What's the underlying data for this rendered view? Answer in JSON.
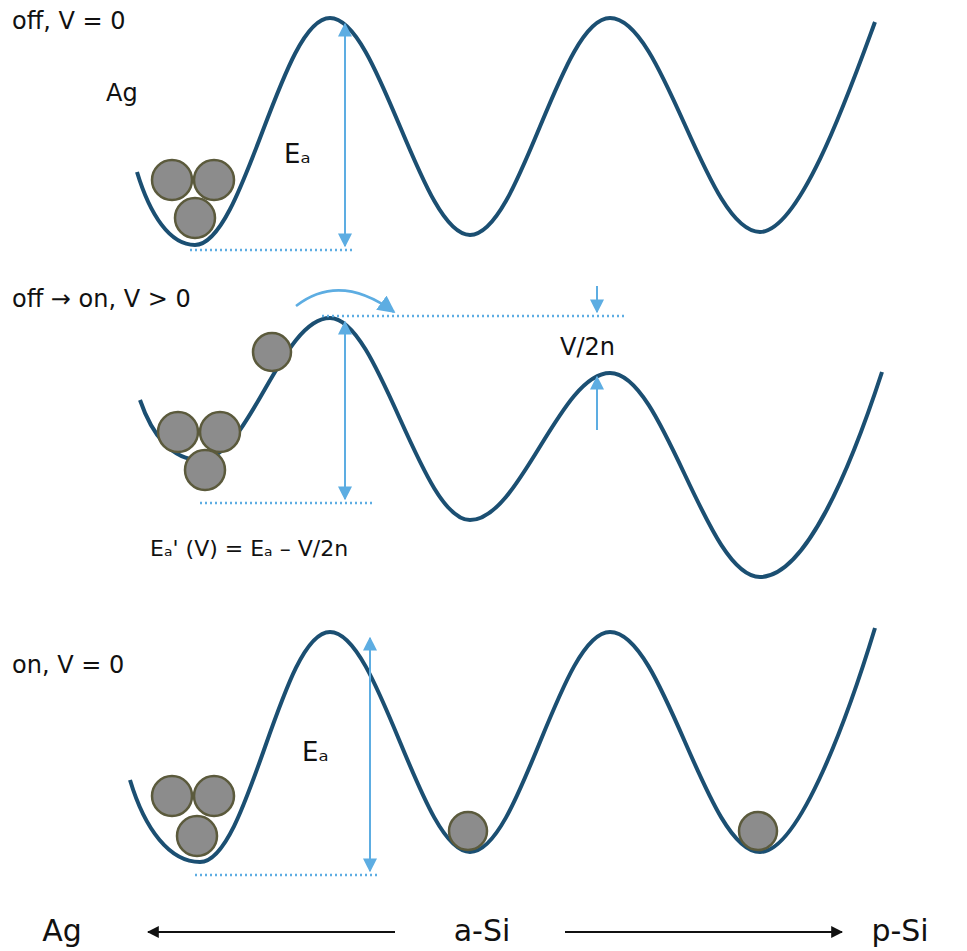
{
  "diagram": {
    "labels": [
      "off, V = 0",
      "Ag",
      "Eₐ",
      "off → on, V > 0",
      "V/2n",
      "Eₐ' (V) = Eₐ – V/2n",
      "on, V = 0",
      "Eₐ",
      "Ag",
      "a-Si",
      "p-Si"
    ]
  }
}
